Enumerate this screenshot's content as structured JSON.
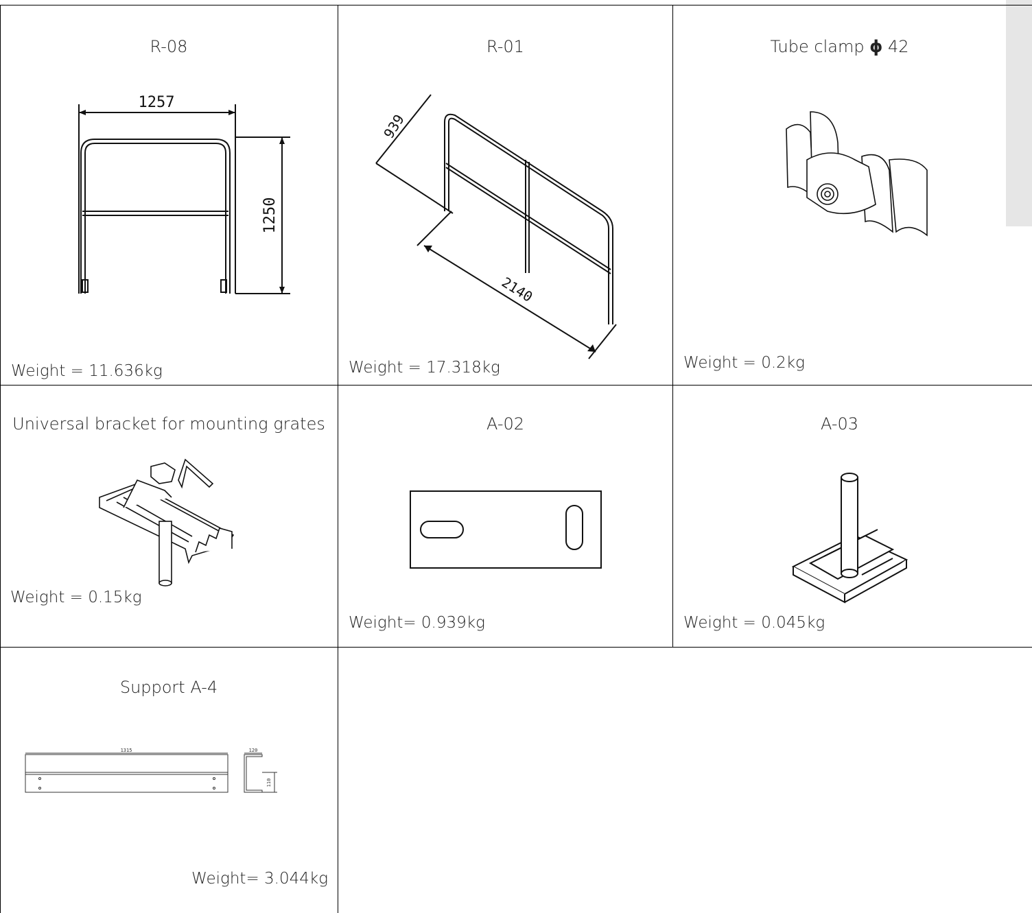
{
  "items": [
    {
      "title": "R-08",
      "weight": "Weight = 11.636kg",
      "dims": [
        "1257",
        "1250"
      ]
    },
    {
      "title": "R-01",
      "weight": "Weight = 17.318kg",
      "dims": [
        "939",
        "2140"
      ]
    },
    {
      "title_text": "Tube clamp ",
      "title_symbol": "ϕ",
      "title_num": " 42",
      "weight": "Weight = 0.2kg"
    },
    {
      "title": "Universal bracket for mounting grates",
      "weight": "Weight = 0.15kg"
    },
    {
      "title": "A-02",
      "weight": "Weight= 0.939kg"
    },
    {
      "title": "A-03",
      "weight": "Weight = 0.045kg"
    },
    {
      "title": "Support A-4",
      "weight": "Weight= 3.044kg",
      "dims": [
        "1315",
        "120",
        "110"
      ]
    }
  ],
  "icons": {
    "r08": "railing-front-drawing-icon",
    "r01": "railing-iso-drawing-icon",
    "clamp": "tube-clamp-icon",
    "bracket": "grate-bracket-icon",
    "a02": "slotted-plate-icon",
    "a03": "post-base-icon",
    "a4": "support-profile-drawing-icon"
  }
}
